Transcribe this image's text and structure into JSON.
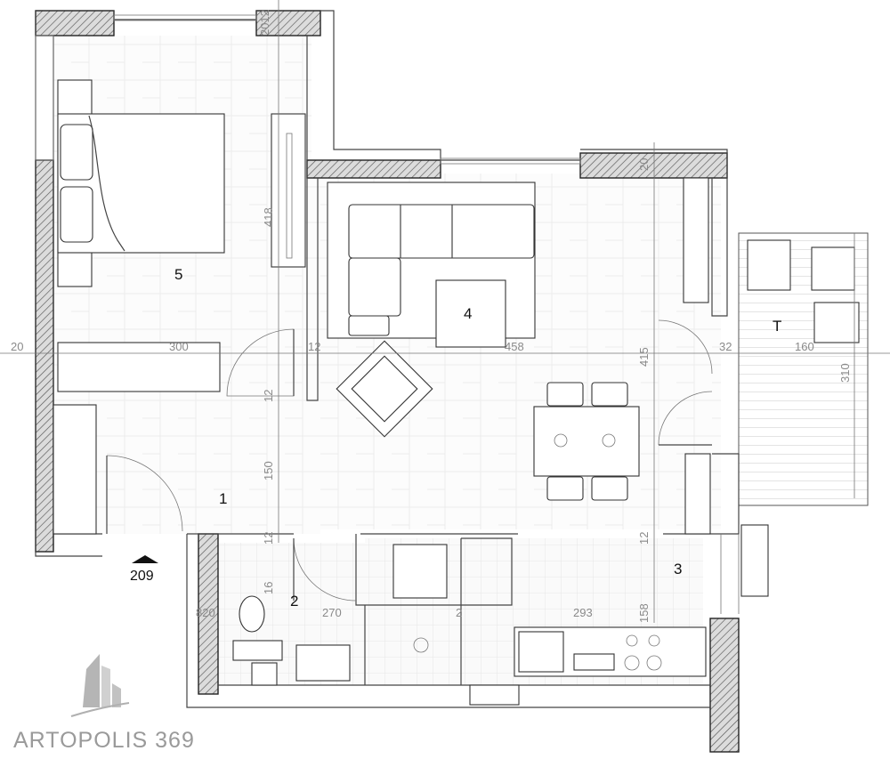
{
  "rooms": [
    {
      "id": "1"
    },
    {
      "id": "2"
    },
    {
      "id": "3"
    },
    {
      "id": "4"
    },
    {
      "id": "5"
    },
    {
      "id": "T"
    }
  ],
  "dimensions": {
    "d20": "20",
    "d300": "300",
    "d12a": "12",
    "d458": "458",
    "d32": "32",
    "d160": "160",
    "d2012": "2012",
    "d418": "418",
    "d12b": "12",
    "d150": "150",
    "d12c": "12",
    "d12d": "12",
    "d20b": "20",
    "d415": "415",
    "d310": "310",
    "d16": "16",
    "d820": "820",
    "d270": "270",
    "d2": "2",
    "d293": "293",
    "d158": "158"
  },
  "level_mark": "209",
  "logo": {
    "text": "ARTOPOLIS 369"
  }
}
